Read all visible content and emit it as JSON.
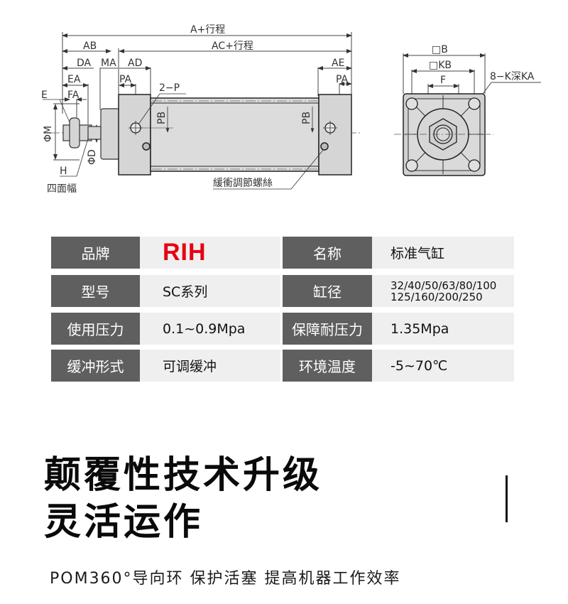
{
  "drawing": {
    "side_view": {
      "dimensions": {
        "overall": "A+行程",
        "ab": "AB",
        "ac": "AC+行程",
        "da": "DA",
        "ma": "MA",
        "ad": "AD",
        "ea": "EA",
        "fa": "FA",
        "pa_left": "PA",
        "pa_right": "PA",
        "ae": "AE",
        "e": "E",
        "phi_m": "ΦM",
        "phi_d": "ΦD",
        "h": "H",
        "pb_left": "PB",
        "pb_right": "PB",
        "ports": "2−P"
      },
      "notes": {
        "wrench_flats": "四面幅",
        "cushion_screw": "緩衝調節螺絲"
      }
    },
    "end_view": {
      "dimensions": {
        "b": "□B",
        "kb": "□KB",
        "f": "F",
        "k_holes": "8−K深KA"
      }
    }
  },
  "specs": {
    "rows": [
      {
        "label1": "品牌",
        "value1": "RIH",
        "label2": "名称",
        "value2": "标准气缸"
      },
      {
        "label1": "型号",
        "value1": "SC系列",
        "label2": "缸径",
        "value2_line1": "32/40/50/63/80/100",
        "value2_line2": "125/160/200/250"
      },
      {
        "label1": "使用压力",
        "value1": "0.1~0.9Mpa",
        "label2": "保障耐压力",
        "value2": "1.35Mpa"
      },
      {
        "label1": "缓冲形式",
        "value1": "可调缓冲",
        "label2": "环境温度",
        "value2": "-5~70℃"
      }
    ],
    "colors": {
      "label_bg": "#5f5f5f",
      "value_bg": "#efefef",
      "brand": "#e60012"
    }
  },
  "headline": {
    "line1": "颠覆性技术升级",
    "line2": "灵活运作"
  },
  "subline": "POM360°导向环 保护活塞 提高机器工作效率"
}
